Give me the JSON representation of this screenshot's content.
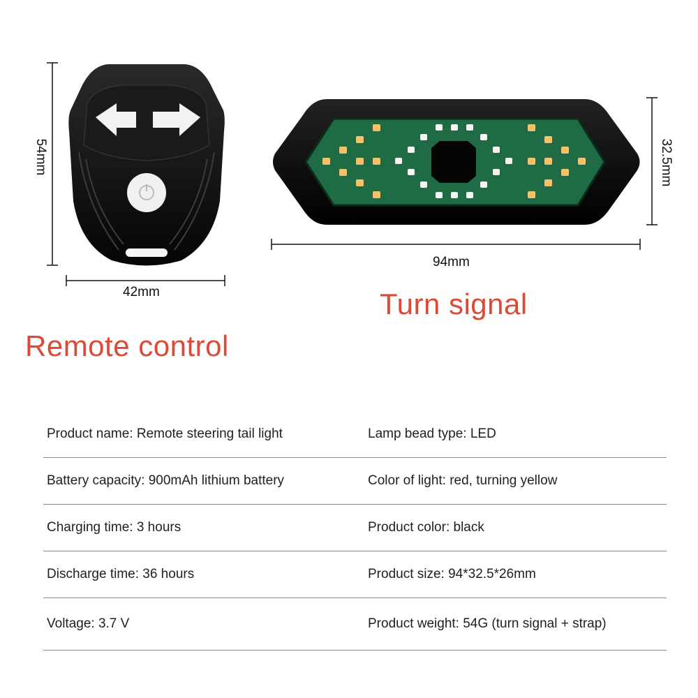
{
  "remote": {
    "height_label": "54mm",
    "width_label": "42mm",
    "title": "Remote control"
  },
  "turn_signal": {
    "height_label": "32.5mm",
    "width_label": "94mm",
    "title": "Turn signal"
  },
  "colors": {
    "heading": "#dc4a36",
    "body": "#000000",
    "pcb": "#1f6b45",
    "led_yellow": "#f3c36b"
  },
  "specs": [
    {
      "left": "Product name: Remote steering tail light",
      "right": "Lamp bead type: LED"
    },
    {
      "left": "Battery capacity: 900mAh lithium battery",
      "right": "Color of light: red, turning yellow"
    },
    {
      "left": "Charging time: 3 hours",
      "right": "Product color: black"
    },
    {
      "left": "Discharge time: 36 hours",
      "right": "Product size: 94*32.5*26mm"
    },
    {
      "left": "Voltage: 3.7 V",
      "right": "Product weight: 54G (turn signal + strap)"
    }
  ]
}
